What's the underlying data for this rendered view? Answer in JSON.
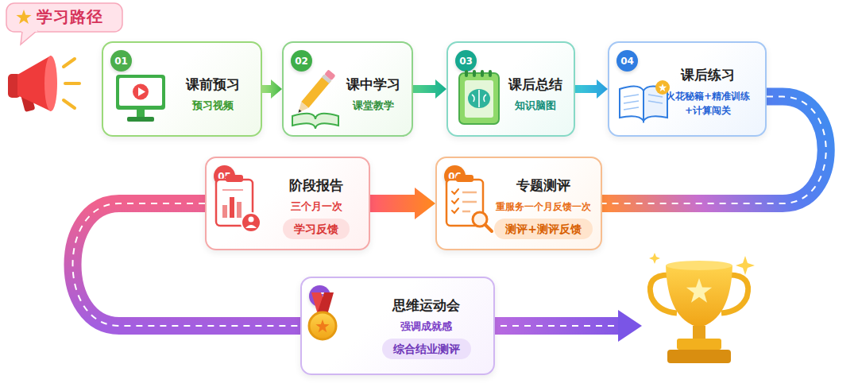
{
  "diagram": {
    "title": "学习路径",
    "nodes": [
      {
        "text": [
          "01",
          "课前预习",
          "预习视频"
        ]
      },
      {
        "text": [
          "02",
          "课中学习",
          "课堂教学"
        ]
      },
      {
        "text": [
          "03",
          "课后总结",
          "知识脑图"
        ]
      },
      {
        "text": [
          "04",
          "课后练习",
          "火花秘籍+精准训练+计算闯关"
        ]
      },
      {
        "text": [
          "05",
          "阶段报告",
          "三个月一次",
          "学习反馈"
        ]
      },
      {
        "text": [
          "06",
          "专题测评",
          "重服务一个月反馈一次",
          "测评+测评反馈"
        ]
      },
      {
        "text": [
          "07",
          "思维运动会",
          "强调成就感",
          "综合结业测评"
        ]
      }
    ],
    "edges": [
      {
        "from": 0,
        "to": 1,
        "arrow": "to"
      },
      {
        "from": 1,
        "to": 2,
        "arrow": "to"
      },
      {
        "from": 2,
        "to": 3,
        "arrow": "to"
      },
      {
        "from": 3,
        "to": 5,
        "arrow": "none"
      },
      {
        "from": 4,
        "to": 5,
        "arrow": "to"
      },
      {
        "from": 4,
        "to": 6,
        "arrow": "none"
      }
    ]
  }
}
